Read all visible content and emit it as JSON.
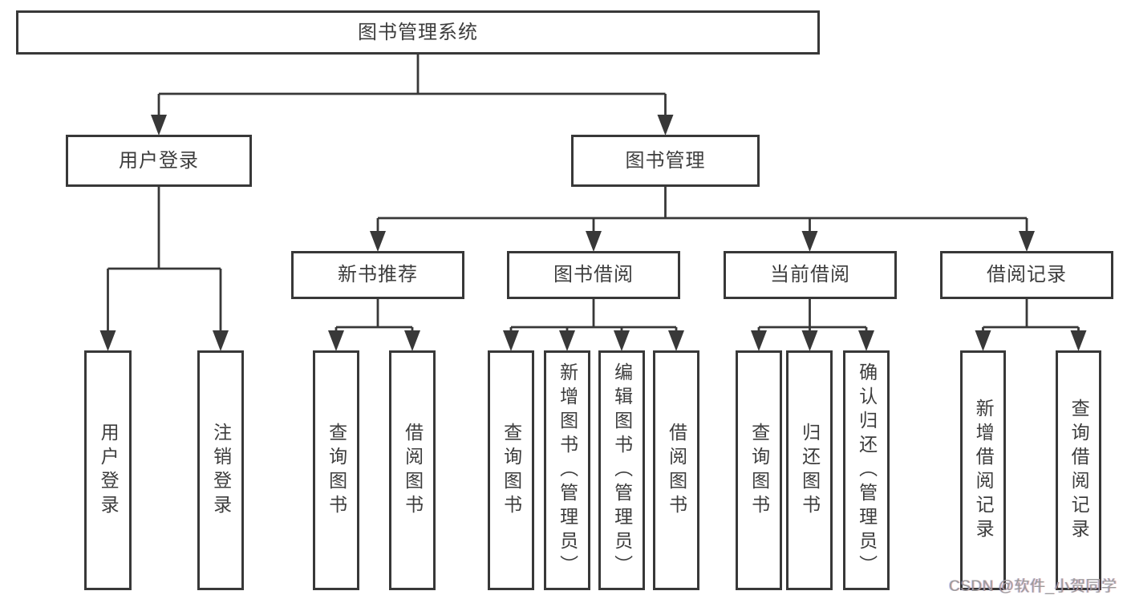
{
  "watermark": "CSDN @软件_小贺同学",
  "colors": {
    "line": "#383838",
    "box_border": "#383838",
    "text": "#3d3d3d",
    "watermark": "#9b9b9b",
    "background": "#ffffff"
  },
  "tree": {
    "label": "图书管理系统",
    "children": [
      {
        "label": "用户登录",
        "children": [
          {
            "label": "用户登录"
          },
          {
            "label": "注销登录"
          }
        ]
      },
      {
        "label": "图书管理",
        "children": [
          {
            "label": "新书推荐",
            "children": [
              {
                "label": "查询图书"
              },
              {
                "label": "借阅图书"
              }
            ]
          },
          {
            "label": "图书借阅",
            "children": [
              {
                "label": "查询图书"
              },
              {
                "label": "新增图书（管理员）"
              },
              {
                "label": "编辑图书（管理员）"
              },
              {
                "label": "借阅图书"
              }
            ]
          },
          {
            "label": "当前借阅",
            "children": [
              {
                "label": "查询图书"
              },
              {
                "label": "归还图书"
              },
              {
                "label": "确认归还（管理员）"
              }
            ]
          },
          {
            "label": "借阅记录",
            "children": [
              {
                "label": "新增借阅记录"
              },
              {
                "label": "查询借阅记录"
              }
            ]
          }
        ]
      }
    ]
  }
}
